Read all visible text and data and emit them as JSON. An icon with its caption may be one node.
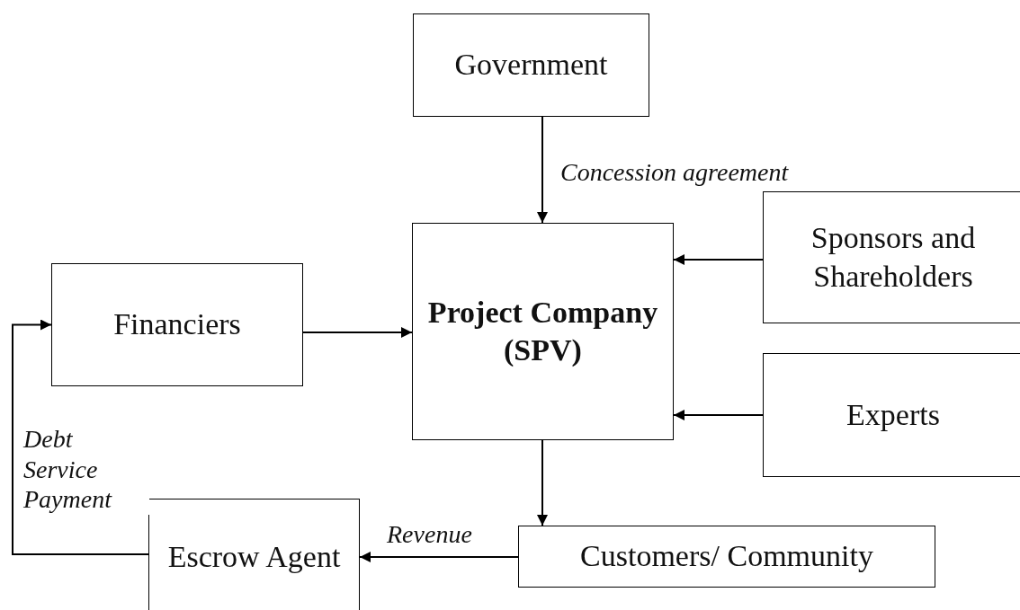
{
  "diagram": {
    "nodes": [
      {
        "text": [
          "Government"
        ]
      },
      {
        "text": [
          "Project Company (SPV)"
        ]
      },
      {
        "text": [
          "Sponsors and Shareholders"
        ]
      },
      {
        "text": [
          "Financiers"
        ]
      },
      {
        "text": [
          "Experts"
        ]
      },
      {
        "text": [
          "Customers/ Community"
        ]
      },
      {
        "text": [
          "Escrow Agent"
        ]
      }
    ],
    "edges": [
      {
        "from": 0,
        "to": 1,
        "arrow": "to",
        "label": "Concession agreement"
      },
      {
        "from": 2,
        "to": 1,
        "arrow": "to"
      },
      {
        "from": 3,
        "to": 1,
        "arrow": "to"
      },
      {
        "from": 4,
        "to": 1,
        "arrow": "to"
      },
      {
        "from": 1,
        "to": 5,
        "arrow": "to"
      },
      {
        "from": 5,
        "to": 6,
        "arrow": "to",
        "label": "Revenue"
      },
      {
        "from": 6,
        "to": 3,
        "arrow": "to",
        "label": "Debt Service Payment"
      }
    ]
  }
}
